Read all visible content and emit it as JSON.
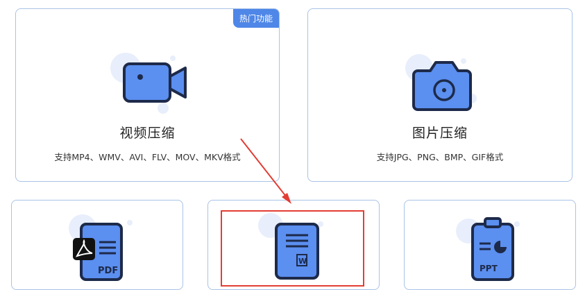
{
  "cards": {
    "video": {
      "badge": "热门功能",
      "title": "视频压缩",
      "desc": "支持MP4、WMV、AVI、FLV、MOV、MKV格式"
    },
    "image": {
      "title": "图片压缩",
      "desc": "支持JPG、PNG、BMP、GIF格式"
    },
    "pdf": {
      "icon_label": "PDF"
    },
    "word": {
      "icon_label": "W"
    },
    "ppt": {
      "icon_label": "PPT"
    }
  },
  "colors": {
    "accent": "#4f87e8",
    "icon_fill": "#5b8ff0",
    "halo": "#e8eefb",
    "card_border": "#a9c3e6",
    "highlight": "#e23d34"
  }
}
